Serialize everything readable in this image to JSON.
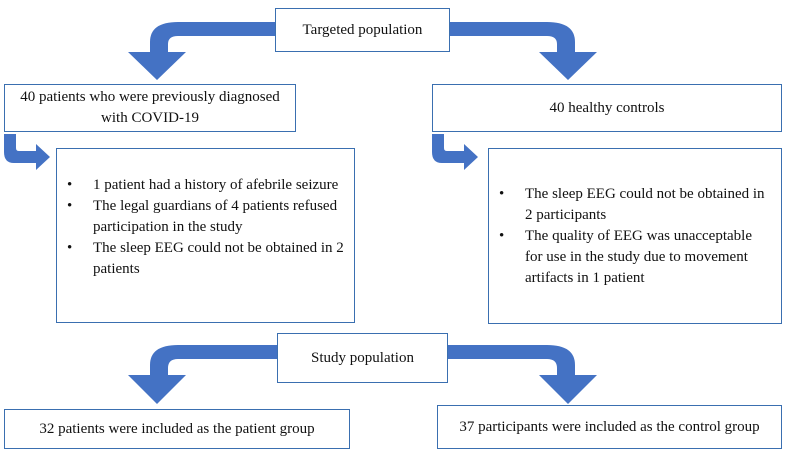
{
  "colors": {
    "arrow": "#4472C4",
    "box_border": "#3a6fb0",
    "text": "#111111"
  },
  "targeted": {
    "label": "Targeted population"
  },
  "patients_box": {
    "label": "40 patients  who were previously diagnosed with COVID-19"
  },
  "controls_box": {
    "label": "40 healthy controls"
  },
  "patient_exclusions": {
    "items": [
      "1 patient had a history of afebrile seizure",
      "The legal guardians of 4 patients refused participation in the study",
      "The sleep EEG could not be obtained in 2 patients"
    ]
  },
  "control_exclusions": {
    "items": [
      "The sleep EEG could not be obtained in 2 participants",
      "The quality of EEG was unacceptable for use in the study due to movement artifacts in 1 patient"
    ]
  },
  "study": {
    "label": "Study population"
  },
  "patient_group": {
    "label": "32 patients were included as the patient group"
  },
  "control_group": {
    "label": "37 participants were included as the control group"
  }
}
